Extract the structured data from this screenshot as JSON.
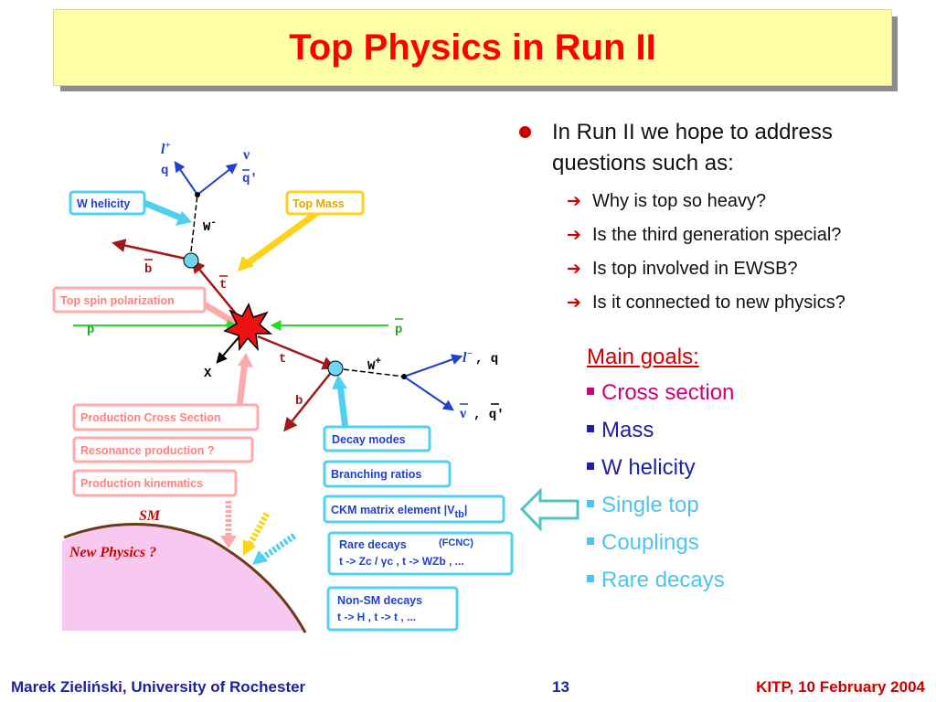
{
  "title": "Top Physics in Run II",
  "diagram": {
    "particles": {
      "l_plus": "l",
      "l_plus_sup": "+",
      "q_top": "q",
      "nu_top": "ν",
      "qprime_top": "q′",
      "w_minus": "W",
      "w_minus_sup": "-",
      "b_bar": "b",
      "t_bar": "t",
      "p": "p",
      "p_bar": "p",
      "x": "X",
      "t": "t",
      "b": "b",
      "w_plus": "W",
      "w_plus_sup": "+",
      "l_minus_q": ", q",
      "l_minus": "l",
      "l_minus_sup": "−",
      "nu_bar_qbar": ", q′",
      "nu_bar": "ν"
    },
    "boxes": {
      "w_helicity": "W helicity",
      "top_mass": "Top Mass",
      "top_spin": "Top spin polarization",
      "prod_xsec": "Production Cross Section",
      "resonance": "Resonance production ?",
      "prod_kin": "Production kinematics",
      "decay_modes": "Decay modes",
      "branching": "Branching ratios",
      "ckm": "CKM matrix element |V",
      "ckm_sub": "tb",
      "ckm_end": "|",
      "rare_1": "Rare decays",
      "rare_fcnc": "(FCNC)",
      "rare_2": "t -> Zc / γc ,  t -> WZb , ...",
      "nonsm_1": "Non-SM decays",
      "nonsm_2": "t -> H   ,  t -> t , ..."
    },
    "sm_label": "SM",
    "new_physics_label": "New Physics ?"
  },
  "bullets": {
    "main": "In Run II we hope to address questions such as:",
    "questions": [
      "Why is top so heavy?",
      "Is the third generation special?",
      "Is top involved in EWSB?",
      "Is it connected to new physics?"
    ]
  },
  "goals": {
    "header": "Main goals:",
    "items": [
      {
        "label": "Cross section",
        "color": "#d0007a"
      },
      {
        "label": "Mass",
        "color": "#1f1fa0"
      },
      {
        "label": "W helicity",
        "color": "#1f1fa0"
      },
      {
        "label": "Single top",
        "color": "#4fc3ef"
      },
      {
        "label": "Couplings",
        "color": "#4fc3ef"
      },
      {
        "label": "Rare decays",
        "color": "#4fc3ef"
      }
    ]
  },
  "footer": {
    "left": "Marek Zieliński, University of Rochester",
    "page": "13",
    "right": "KITP,  10 February 2004"
  }
}
